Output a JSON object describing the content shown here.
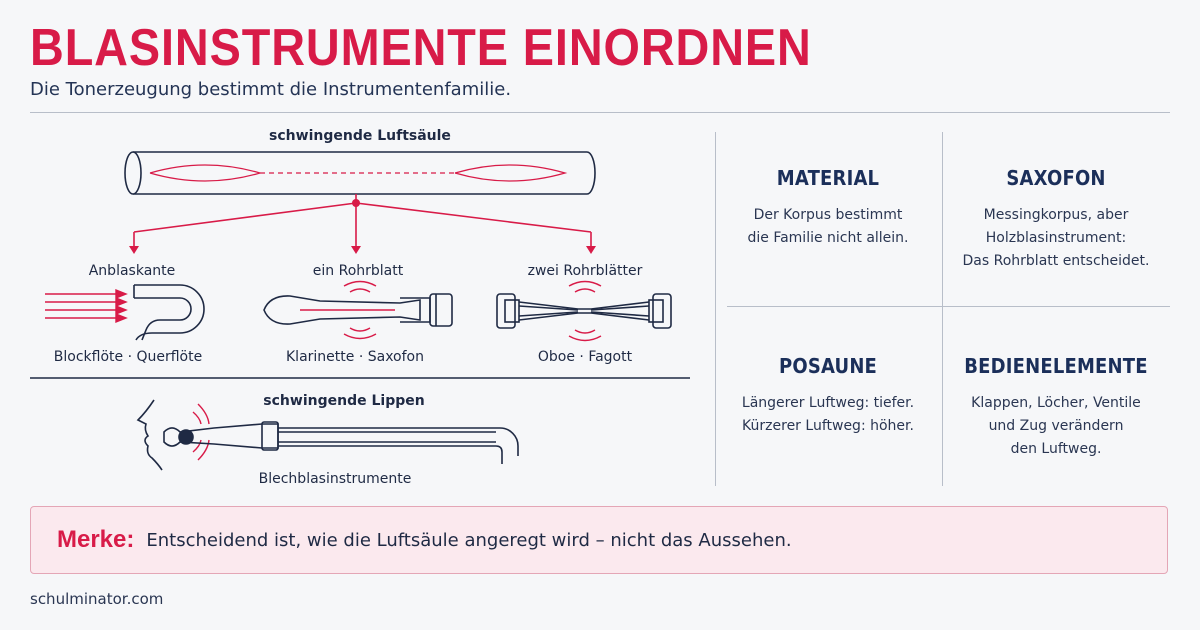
{
  "header": {
    "title": "BLASINSTRUMENTE EINORDNEN",
    "subtitle": "Die Tonerzeugung bestimmt die Instrumentenfamilie."
  },
  "diagram": {
    "top_label": "schwingende Luftsäule",
    "mechanisms": [
      {
        "name": "Anblaskante",
        "examples": "Blockflöte · Querflöte"
      },
      {
        "name": "ein Rohrblatt",
        "examples": "Klarinette · Saxofon"
      },
      {
        "name": "zwei Rohrblätter",
        "examples": "Oboe · Fagott"
      }
    ],
    "lips_label": "schwingende Lippen",
    "lips_examples": "Blechblasinstrumente"
  },
  "facts": [
    {
      "title": "MATERIAL",
      "text": "Der Korpus bestimmt\ndie Familie nicht allein."
    },
    {
      "title": "SAXOFON",
      "text": "Messingkorpus, aber\nHolzblasinstrument:\nDas Rohrblatt entscheidet."
    },
    {
      "title": "POSAUNE",
      "text": "Längerer Luftweg: tiefer.\nKürzerer Luftweg: höher."
    },
    {
      "title": "BEDIENELEMENTE",
      "text": "Klappen, Löcher, Ventile\nund Zug verändern\nden Luftweg."
    }
  ],
  "merke": {
    "label": "Merke:",
    "text": "Entscheidend ist, wie die Luftsäule angeregt wird – nicht das Aussehen."
  },
  "footer": "schulminator.com",
  "colors": {
    "accent": "#d81b48",
    "navy": "#1f2a44",
    "background": "#f6f7f9"
  }
}
